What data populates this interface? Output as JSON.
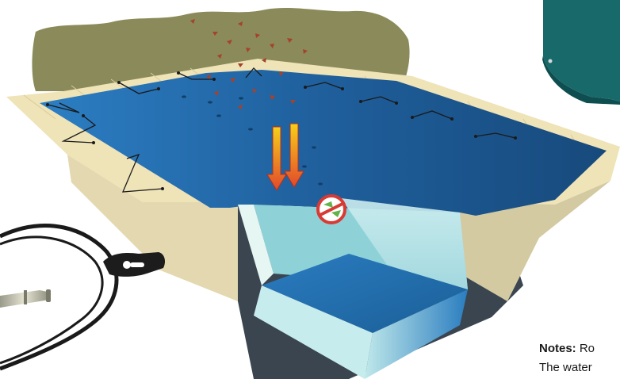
{
  "notes": {
    "label": "Notes:",
    "line1_text": "Ro",
    "line2_text": "The water"
  },
  "illustration": {
    "subject": "winter pool safety cover with anchors, water-permeable mesh",
    "icons": [
      "leaf-debris-icon",
      "down-arrow-icon",
      "no-debris-icon",
      "anchor-strap-icon",
      "brass-anchor-icon"
    ]
  },
  "colors": {
    "cover_blue": "#1f5f9c",
    "deck": "#efe3b8",
    "hedge": "#8a8a5a",
    "debris": "#a6422a",
    "water": "#bfe6ea",
    "arrow_top": "#f6d019",
    "arrow_bottom": "#e2482b",
    "prohibited_red": "#d83a34",
    "leaf_green": "#63b34b"
  }
}
